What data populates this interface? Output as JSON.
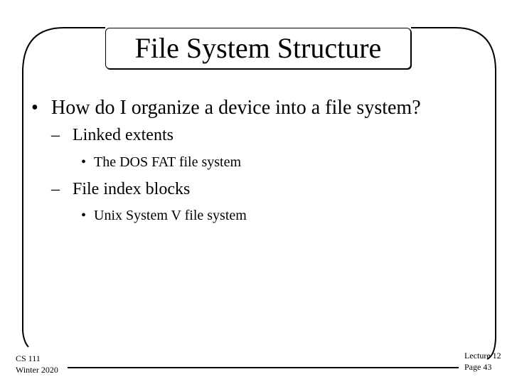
{
  "slide": {
    "title": "File System Structure",
    "bullets": {
      "main": "How do I organize a device into a file system?",
      "sub1": "Linked extents",
      "sub1_detail": "The DOS FAT file system",
      "sub2": "File index blocks",
      "sub2_detail": "Unix System V file system"
    },
    "markers": {
      "round": "•",
      "dash": "–"
    }
  },
  "footer": {
    "course": "CS 111",
    "term": "Winter 2020",
    "lecture": "Lecture 12",
    "page": "Page 43"
  }
}
